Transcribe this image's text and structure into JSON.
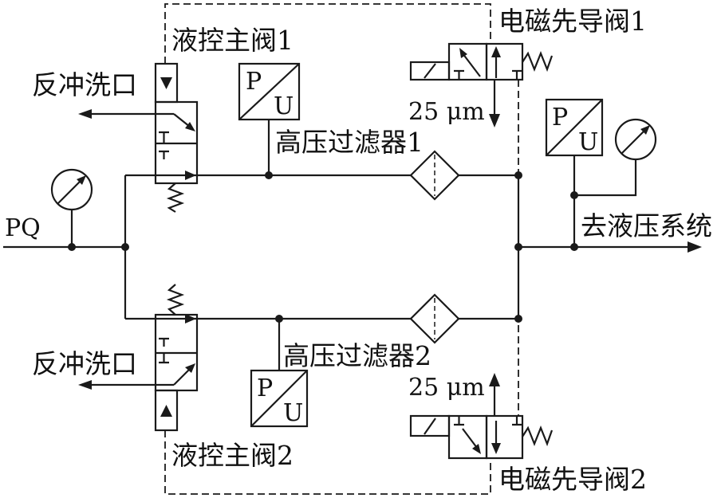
{
  "diagram": {
    "labels": {
      "main_valve_1": "液控主阀1",
      "main_valve_2": "液控主阀2",
      "solenoid_valve_1": "电磁先导阀1",
      "solenoid_valve_2": "电磁先导阀2",
      "backflush_port_1": "反冲洗口",
      "backflush_port_2": "反冲洗口",
      "inlet": "PQ",
      "filter_1": "高压过滤器1",
      "filter_2": "高压过滤器2",
      "filter_rating_1": "25 μm",
      "filter_rating_2": "25 μm",
      "outlet": "去液压系统"
    },
    "transducers": [
      {
        "top": "P",
        "bottom": "U"
      },
      {
        "top": "P",
        "bottom": "U"
      },
      {
        "top": "P",
        "bottom": "U"
      }
    ],
    "icons": {
      "gauge": "pressure-gauge-icon",
      "filter": "filter-icon",
      "transducer": "pressure-transducer-icon",
      "spring": "spring-icon",
      "solenoid": "solenoid-icon"
    }
  }
}
